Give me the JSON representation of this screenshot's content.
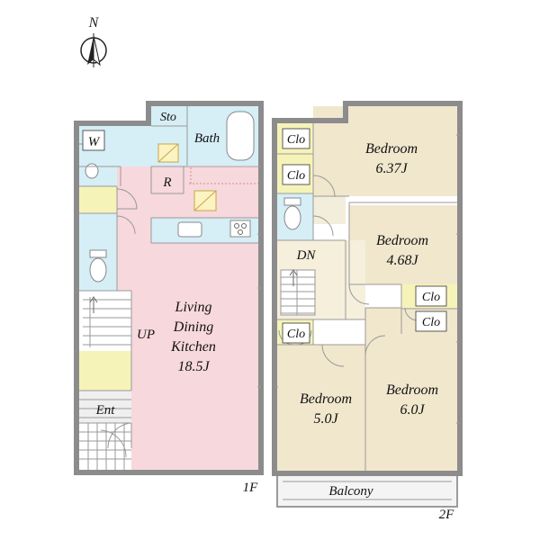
{
  "compass": {
    "label": "N",
    "icon": "north-arrow-icon"
  },
  "floors": {
    "first": {
      "label": "1F",
      "rooms": {
        "sto": "Sto",
        "bath": "Bath",
        "washroom": "W",
        "r": "R",
        "ldk": [
          "Living",
          "Dining",
          "Kitchen",
          "18.5J"
        ],
        "up": "UP",
        "ent": "Ent"
      }
    },
    "second": {
      "label": "2F",
      "rooms": {
        "clo1": "Clo",
        "clo2": "Clo",
        "clo3": "Clo",
        "clo4": "Clo",
        "clo5": "Clo",
        "bed1": [
          "Bedroom",
          "6.37J"
        ],
        "bed2": [
          "Bedroom",
          "4.68J"
        ],
        "bed3": [
          "Bedroom",
          "5.0J"
        ],
        "bed4": [
          "Bedroom",
          "6.0J"
        ],
        "dn": "DN",
        "balcony": "Balcony"
      }
    }
  },
  "colors": {
    "wall": "#8c8c8c",
    "ldk": "#f7d8dc",
    "wet": "#d6eef6",
    "bedroom": "#f1e7cd",
    "closet": "#f6f3b9",
    "corridor": "#f3eddb",
    "hall": "#f5efdc",
    "balcony": "#f4f4f4"
  }
}
